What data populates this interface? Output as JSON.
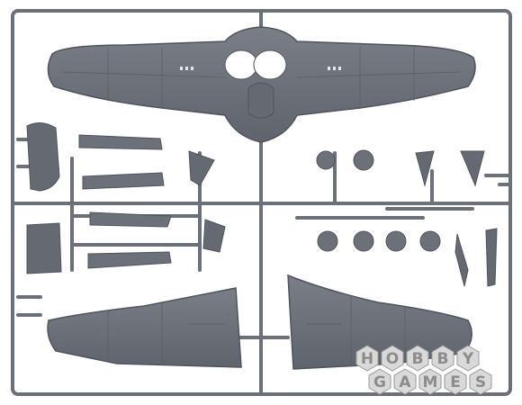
{
  "scene": {
    "subject": "plastic-model-kit-sprue",
    "colors": {
      "background": "#ffffff",
      "plastic": "#6b7079",
      "plastic_dark": "#4f545c",
      "plastic_light": "#8a8f97",
      "panel_line": "#5a5f67",
      "watermark_fill": "#d9d9d9",
      "watermark_stroke": "#9a9a9a",
      "watermark_text": "#8c8c8c"
    }
  },
  "watermark": {
    "row1": [
      "H",
      "O",
      "B",
      "B",
      "Y"
    ],
    "row2": [
      "G",
      "A",
      "M",
      "E",
      "S"
    ]
  }
}
